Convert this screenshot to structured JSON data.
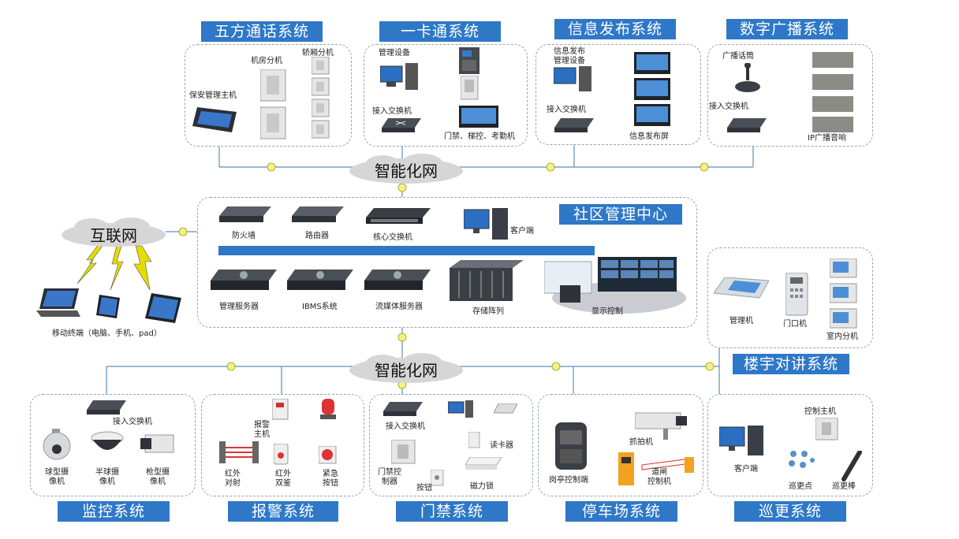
{
  "colors": {
    "title_bg": "#2f78c7",
    "line": "#5c8fbf",
    "bolt": "#d8d400",
    "cloud": "#d6d6d6"
  },
  "clouds": {
    "top": "智能化网",
    "bottom": "智能化网",
    "internet": "互联网"
  },
  "five_party": {
    "title": "五方通话系统",
    "machine_room": "机房分机",
    "elevator": "轿厢分机",
    "host": "保安管理主机"
  },
  "card": {
    "title": "一卡通系统",
    "mgmt": "管理设备",
    "switch": "接入交换机",
    "gate": "门禁、梯控、考勤机"
  },
  "info": {
    "title": "信息发布系统",
    "mgmt": "信息发布\n管理设备",
    "switch": "接入交换机",
    "screen": "信息发布屏"
  },
  "broadcast": {
    "title": "数字广播系统",
    "mic": "广播话筒",
    "switch": "接入交换机",
    "speaker": "IP广播音响"
  },
  "center": {
    "title": "社区管理中心",
    "firewall": "防火墙",
    "router": "路由器",
    "core": "核心交换机",
    "client": "客户端",
    "mgmt_server": "管理服务器",
    "ibms": "IBMS系统",
    "stream": "流媒体服务器",
    "storage": "存储阵列",
    "display": "显示控制"
  },
  "mobile": {
    "label": "移动终端（电脑、手机、pad）"
  },
  "intercom": {
    "title": "楼宇对讲系统",
    "mgmt": "管理机",
    "door": "门口机",
    "indoor": "室内分机"
  },
  "monitor": {
    "title": "监控系统",
    "switch": "接入交换机",
    "dome": "球型摄\n像机",
    "half": "半球摄\n像机",
    "gun": "枪型摄\n像机"
  },
  "alarm": {
    "title": "报警系统",
    "host": "报警\n主机",
    "ir": "红外\n对射",
    "dual": "红外\n双鉴",
    "btn": "紧急\n按钮"
  },
  "access": {
    "title": "门禁系统",
    "switch": "接入交换机",
    "reader": "读卡器",
    "ctrl": "门禁控\n制器",
    "button": "按钮",
    "lock": "磁力锁"
  },
  "parking": {
    "title": "停车场系统",
    "booth": "岗亭控制端",
    "capture": "抓拍机",
    "barrier": "道闸\n控制机"
  },
  "patrol": {
    "title": "巡更系统",
    "client": "客户端",
    "host": "控制主机",
    "point": "巡更点",
    "stick": "巡更棒"
  }
}
